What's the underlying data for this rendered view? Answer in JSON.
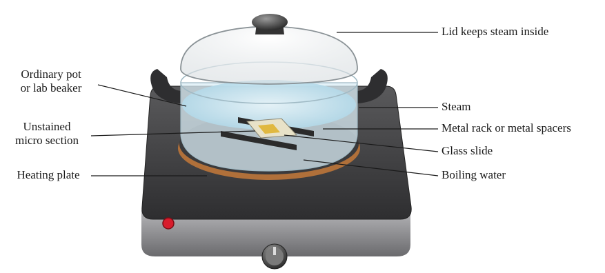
{
  "labels": {
    "lid": "Lid keeps steam inside",
    "pot_line1": "Ordinary pot",
    "pot_line2": "or lab beaker",
    "steam": "Steam",
    "section_line1": "Unstained",
    "section_line2": "micro section",
    "rack": "Metal rack or metal spacers",
    "slide": "Glass slide",
    "plate": "Heating plate",
    "water": "Boiling water"
  },
  "colors": {
    "hotplate_body": "#4a4a4c",
    "hotplate_rim": "#8a8a8c",
    "burner_ring": "#b0703a",
    "indicator_light": "#d81c2c",
    "pot_glass": "#dbeef6",
    "water": "#c9e6f2",
    "rack": "#2b2b2b",
    "slide": "#e8e2c8",
    "section": "#e0b840"
  }
}
